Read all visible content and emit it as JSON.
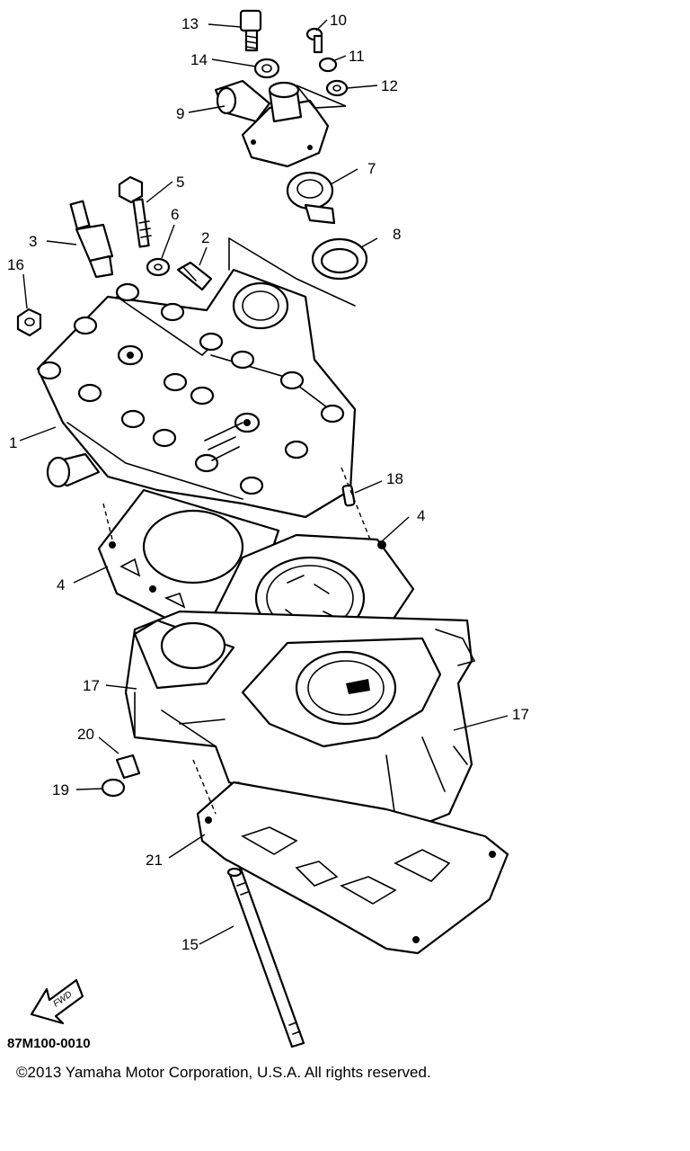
{
  "callouts": [
    {
      "label": "1"
    },
    {
      "label": "2"
    },
    {
      "label": "3"
    },
    {
      "label": "4"
    },
    {
      "label": "4"
    },
    {
      "label": "5"
    },
    {
      "label": "6"
    },
    {
      "label": "7"
    },
    {
      "label": "8"
    },
    {
      "label": "9"
    },
    {
      "label": "10"
    },
    {
      "label": "11"
    },
    {
      "label": "12"
    },
    {
      "label": "13"
    },
    {
      "label": "14"
    },
    {
      "label": "15"
    },
    {
      "label": "16"
    },
    {
      "label": "17"
    },
    {
      "label": "17"
    },
    {
      "label": "18"
    },
    {
      "label": "19"
    },
    {
      "label": "20"
    },
    {
      "label": "21"
    }
  ],
  "fwd_arrow_label": "FWD",
  "drawing_code": "87M100-0010",
  "copyright": "©2013 Yamaha Motor Corporation, U.S.A. All rights reserved."
}
